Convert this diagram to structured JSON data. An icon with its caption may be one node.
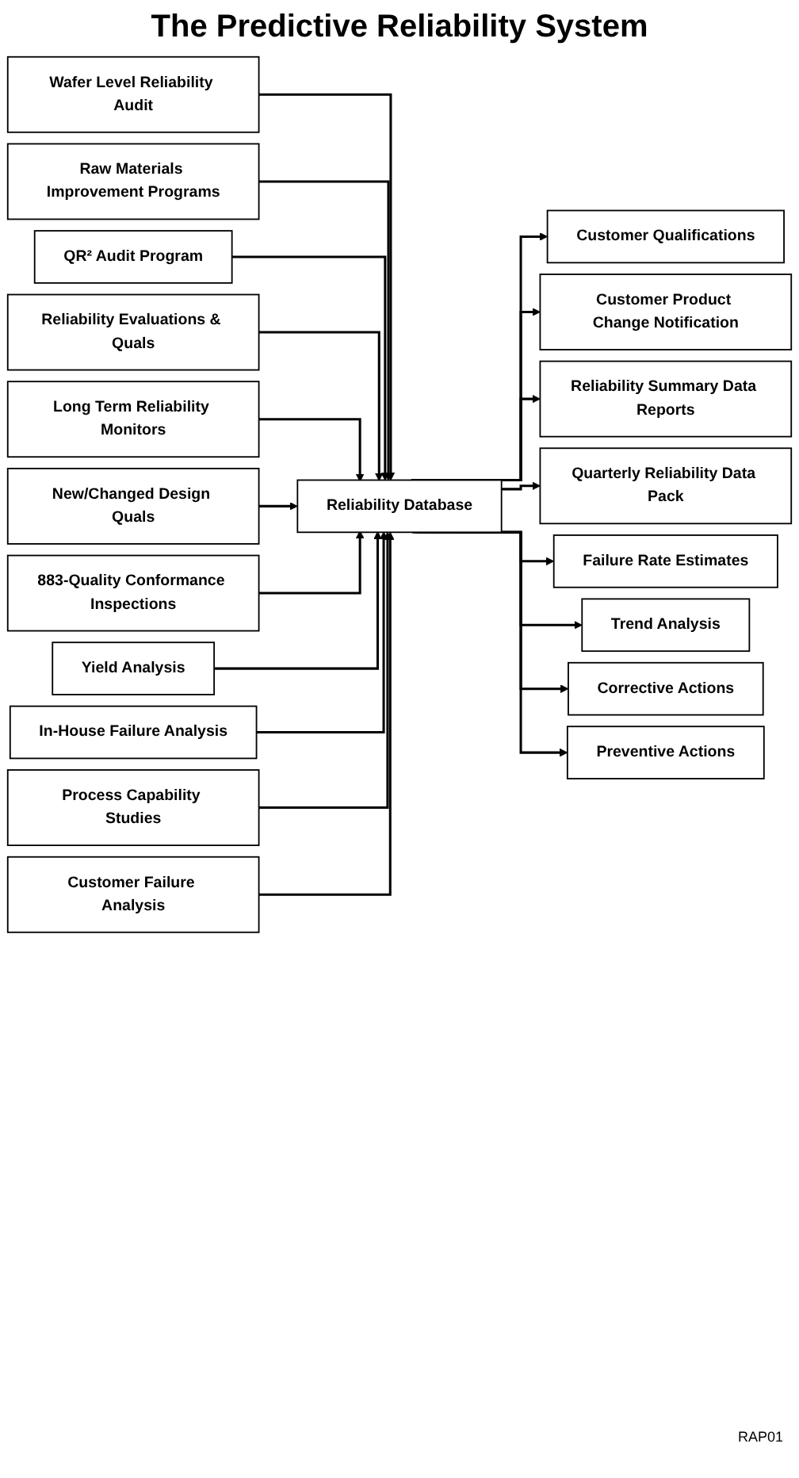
{
  "diagram": {
    "title": "The Predictive Reliability System",
    "nodes": [
      {
        "text": [
          "Wafer Level Reliability Audit"
        ]
      },
      {
        "text": [
          "Raw Materials Improvement Programs"
        ]
      },
      {
        "text": [
          "QR² Audit Program"
        ]
      },
      {
        "text": [
          "Reliability Evaluations & Quals"
        ]
      },
      {
        "text": [
          "Long Term Reliability Monitors"
        ]
      },
      {
        "text": [
          "New/Changed Design Quals"
        ]
      },
      {
        "text": [
          "883-Quality Conformance Inspections"
        ]
      },
      {
        "text": [
          "Reliability Database"
        ]
      },
      {
        "text": [
          "Yield Analysis"
        ]
      },
      {
        "text": [
          "In-House Failure Analysis"
        ]
      },
      {
        "text": [
          "Process Capability Studies"
        ]
      },
      {
        "text": [
          "Customer Failure Analysis"
        ]
      },
      {
        "text": [
          "Customer Qualifications"
        ]
      },
      {
        "text": [
          "Customer Product Change Notification"
        ]
      },
      {
        "text": [
          "Reliability Summary Data Reports"
        ]
      },
      {
        "text": [
          "Quarterly Reliability Data Pack"
        ]
      },
      {
        "text": [
          "Failure Rate Estimates"
        ]
      },
      {
        "text": [
          "Trend Analysis"
        ]
      },
      {
        "text": [
          "Corrective Actions"
        ]
      },
      {
        "text": [
          "Preventive Actions"
        ]
      }
    ],
    "edges": [
      {
        "from": 0,
        "to": 7,
        "arrow": "to"
      },
      {
        "from": 1,
        "to": 7,
        "arrow": "to"
      },
      {
        "from": 2,
        "to": 7,
        "arrow": "to"
      },
      {
        "from": 3,
        "to": 7,
        "arrow": "to"
      },
      {
        "from": 4,
        "to": 7,
        "arrow": "to"
      },
      {
        "from": 5,
        "to": 7,
        "arrow": "to"
      },
      {
        "from": 6,
        "to": 7,
        "arrow": "to"
      },
      {
        "from": 8,
        "to": 7,
        "arrow": "to"
      },
      {
        "from": 9,
        "to": 7,
        "arrow": "to"
      },
      {
        "from": 10,
        "to": 7,
        "arrow": "to"
      },
      {
        "from": 11,
        "to": 7,
        "arrow": "to"
      },
      {
        "from": 7,
        "to": 12,
        "arrow": "to"
      },
      {
        "from": 7,
        "to": 13,
        "arrow": "to"
      },
      {
        "from": 7,
        "to": 14,
        "arrow": "to"
      },
      {
        "from": 7,
        "to": 15,
        "arrow": "to"
      },
      {
        "from": 7,
        "to": 16,
        "arrow": "to"
      },
      {
        "from": 7,
        "to": 17,
        "arrow": "to"
      },
      {
        "from": 7,
        "to": 18,
        "arrow": "to"
      },
      {
        "from": 7,
        "to": 19,
        "arrow": "to"
      }
    ],
    "labels": [
      "RAP01"
    ]
  }
}
